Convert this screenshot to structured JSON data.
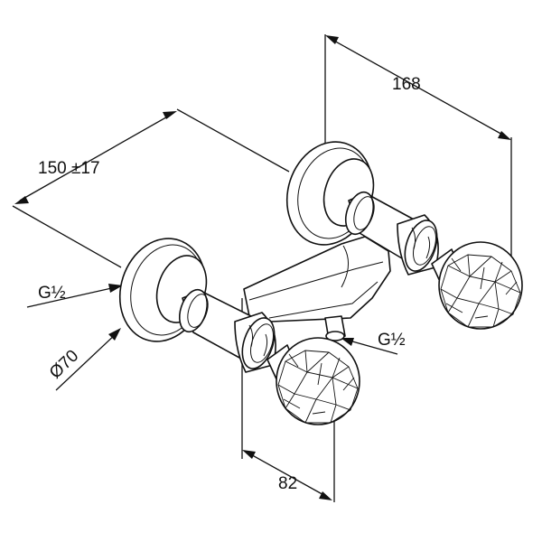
{
  "dimensions": {
    "height_168": "168",
    "length_150": "150 ±17",
    "connection_left": "G½",
    "connection_right": "G½",
    "rosette_diameter": "Ø70",
    "spout_offset_82": "82"
  }
}
